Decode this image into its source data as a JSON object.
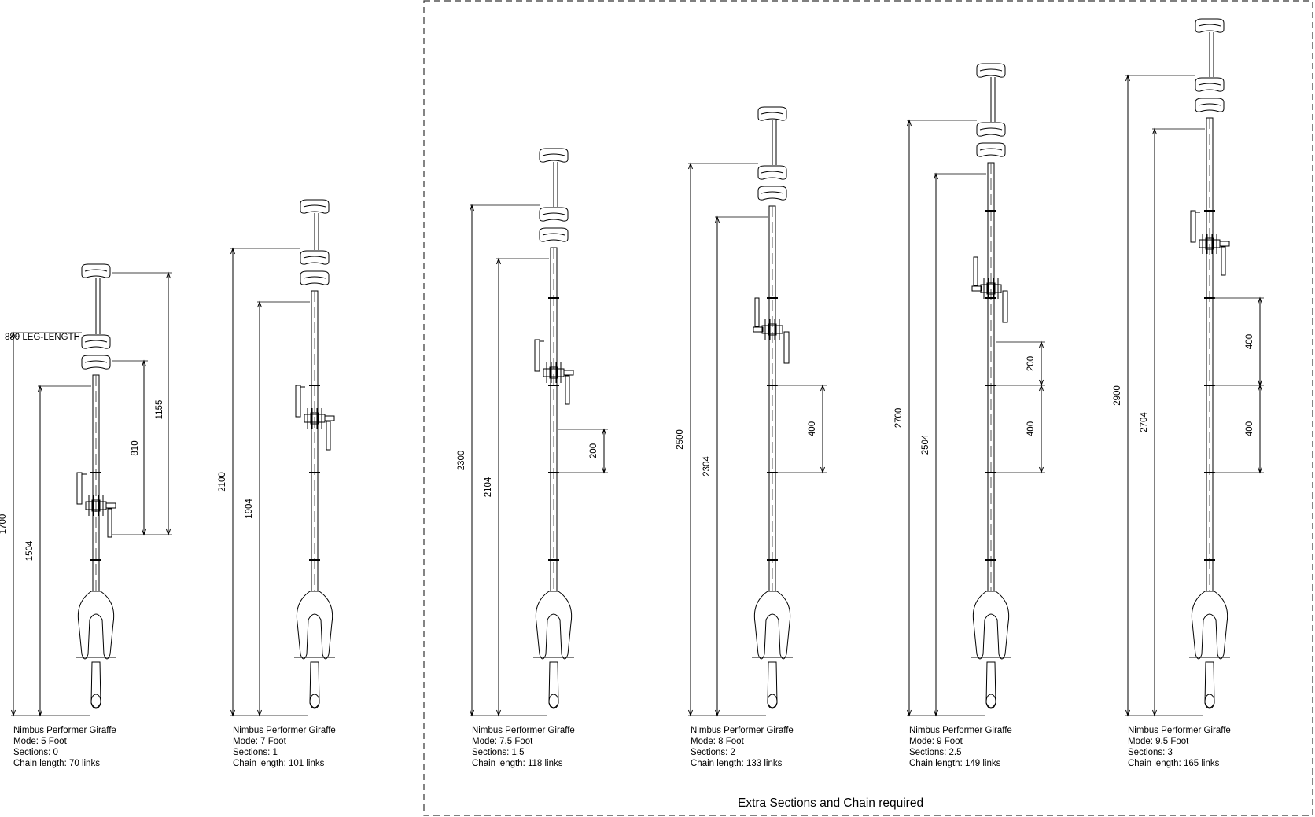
{
  "footer_note": "Extra Sections and Chain required",
  "leg_length_label": "889 LEG-LENGTH",
  "configs": [
    {
      "caption": [
        "Nimbus Performer Giraffe",
        "Mode: 5 Foot",
        "Sections: 0",
        "Chain length:  70 links"
      ],
      "dims": {
        "outer": "1700",
        "inner": "1504",
        "right_a": "1155",
        "right_b": "810"
      }
    },
    {
      "caption": [
        "Nimbus Performer Giraffe",
        "Mode: 7 Foot",
        "Sections: 1",
        "Chain length:  101 links"
      ],
      "dims": {
        "outer": "2100",
        "inner": "1904"
      }
    },
    {
      "caption": [
        "Nimbus Performer Giraffe",
        "Mode: 7.5 Foot",
        "Sections: 1.5",
        "Chain length:  118 links"
      ],
      "dims": {
        "outer": "2300",
        "inner": "2104",
        "sec1": "200"
      }
    },
    {
      "caption": [
        "Nimbus Performer Giraffe",
        "Mode: 8 Foot",
        "Sections: 2",
        "Chain length:  133 links"
      ],
      "dims": {
        "outer": "2500",
        "inner": "2304",
        "sec1": "400"
      }
    },
    {
      "caption": [
        "Nimbus Performer Giraffe",
        "Mode: 9 Foot",
        "Sections: 2.5",
        "Chain length:  149 links"
      ],
      "dims": {
        "outer": "2700",
        "inner": "2504",
        "sec1": "400",
        "sec2": "200"
      }
    },
    {
      "caption": [
        "Nimbus Performer Giraffe",
        "Mode: 9.5 Foot",
        "Sections: 3",
        "Chain length:  165 links"
      ],
      "dims": {
        "outer": "2900",
        "inner": "2704",
        "sec1": "400",
        "sec2": "400"
      }
    }
  ]
}
